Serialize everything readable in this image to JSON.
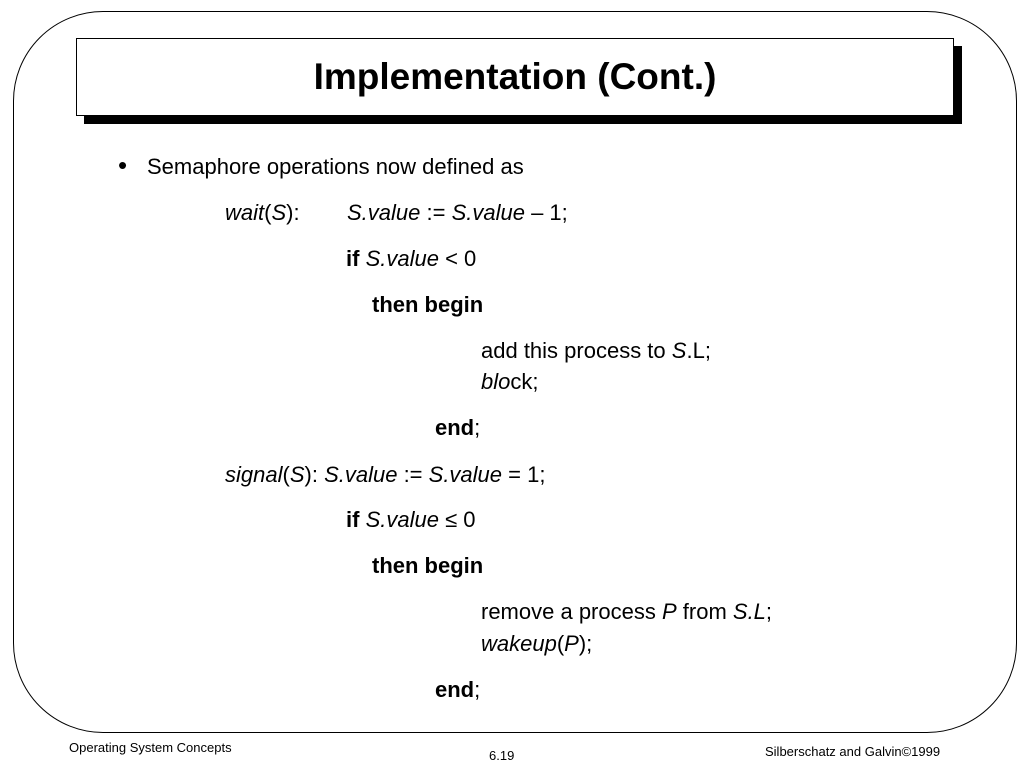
{
  "slide": {
    "title": "Implementation (Cont.)",
    "bullet_glyph": "•",
    "intro": "Semaphore operations now defined as"
  },
  "wait_block": {
    "name": "wait",
    "arg": "S",
    "open_paren": "(",
    "close_colon": "):",
    "assign": {
      "lhs": "S.value",
      "op": " := ",
      "rhs": "S.value",
      "tail": " – 1;"
    },
    "if_kw": "if",
    "cond": {
      "var": "S.value",
      "op": " < 0"
    },
    "then_begin": "then begin",
    "body": [
      {
        "text": "add this process to ",
        "var": "S",
        "tail": ".L;"
      },
      {
        "ital": "blo",
        "tail": "ck;"
      }
    ],
    "end_kw": "end",
    "end_tail": ";"
  },
  "signal_block": {
    "name": "signal",
    "arg": "S",
    "open_paren": "(",
    "close_colon": "): ",
    "assign": {
      "lhs": "S.value",
      "op": " := ",
      "rhs": "S.value",
      "tail": " = 1;"
    },
    "if_kw": "if",
    "cond": {
      "var": "S.value",
      "op": " ≤ 0"
    },
    "then_begin": "then begin",
    "body": [
      {
        "text": "remove a process ",
        "var": "P",
        "mid": " from ",
        "var2": "S.L",
        "tail": ";"
      },
      {
        "ital": "wakeup",
        "open": "(",
        "var": "P",
        "tail": ");"
      }
    ],
    "end_kw": "end",
    "end_tail": ";"
  },
  "footer": {
    "left": "Operating System Concepts",
    "center": "6.19",
    "right": "Silberschatz and  Galvin©1999"
  }
}
